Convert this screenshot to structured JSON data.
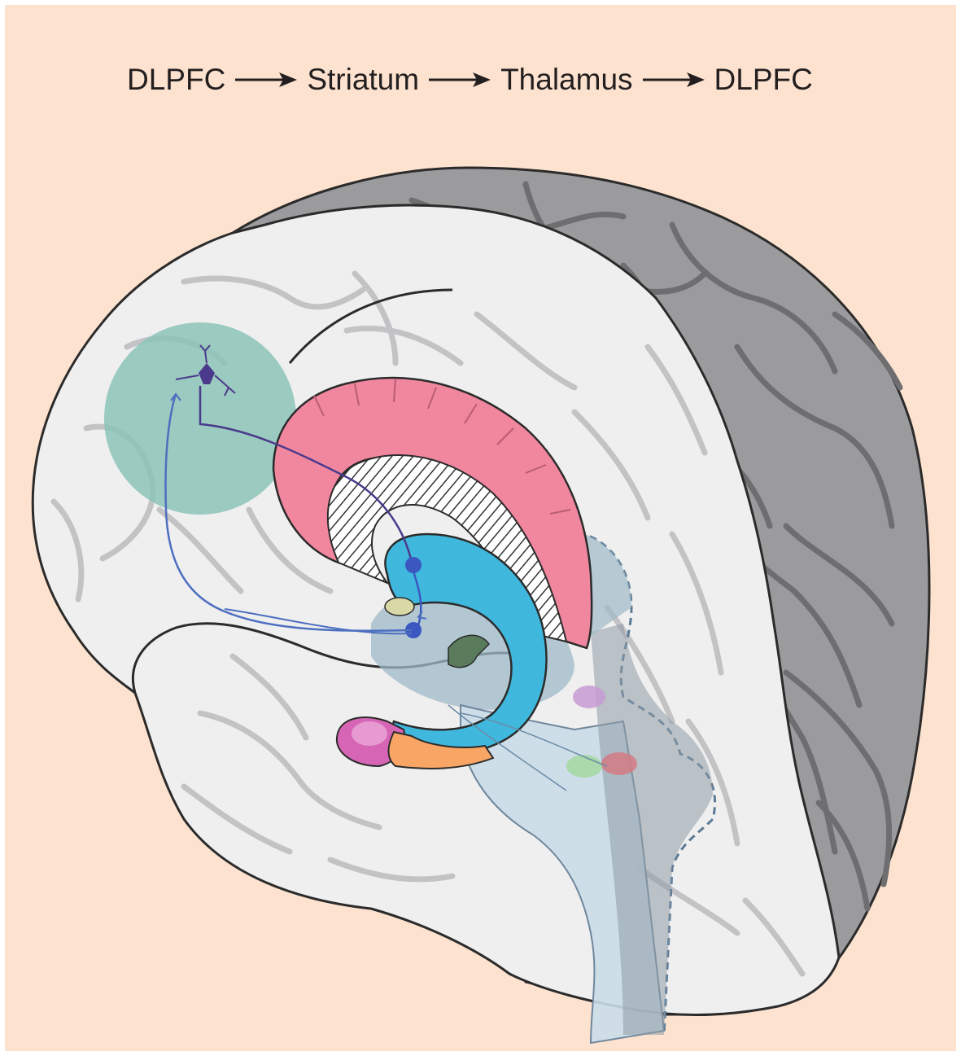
{
  "pathway": {
    "steps": [
      "DLPFC",
      "Striatum",
      "Thalamus",
      "DLPFC"
    ]
  },
  "colors": {
    "background": "#fde3cf",
    "brain_fill": "#efefef",
    "hemisphere_fill": "#9b9b9d",
    "sulcus": "#b9b9bb",
    "dlpfc_region": "#8cc3b7",
    "corpus_callosum": "#f1879f",
    "striatum": "#40b8de",
    "neuron": "#4b3a8c",
    "axon": "#4d6fc0",
    "thalamus_shading": "#9fbac8",
    "brainstem": "#c9dbe8",
    "amygdala": "#d665b5",
    "temporal_orange": "#f8a565"
  }
}
